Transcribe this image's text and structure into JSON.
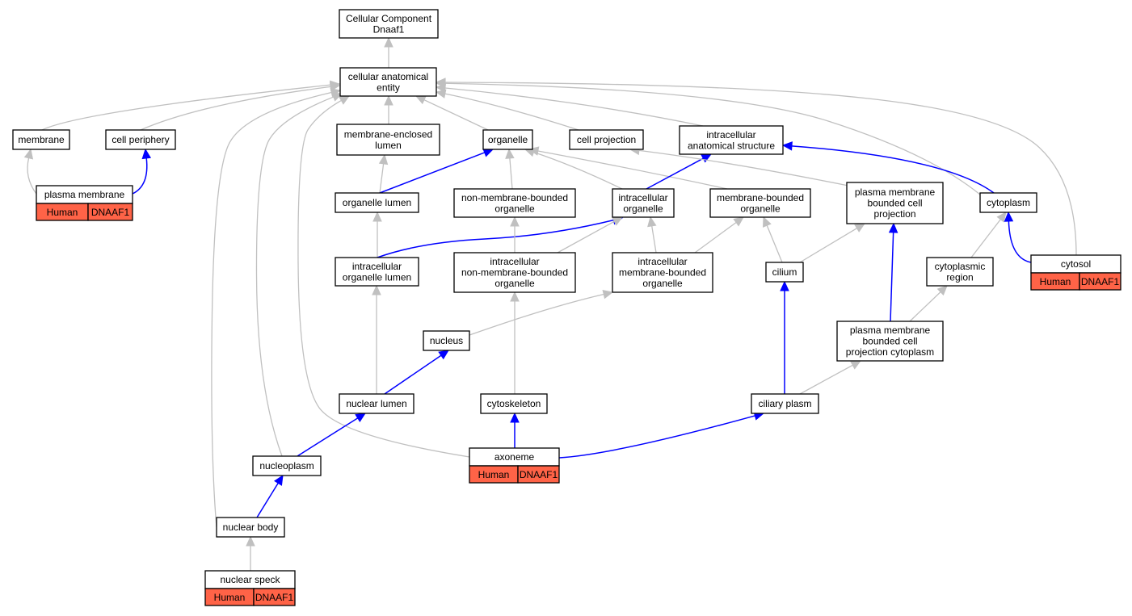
{
  "colors": {
    "is_a_edge": "#c0c0c0",
    "part_of_edge": "#0000ff",
    "annotation_badge": "#ff6347"
  },
  "nodes": {
    "root": {
      "lines": [
        "Cellular Component",
        "Dnaaf1"
      ]
    },
    "cae": {
      "lines": [
        "cellular anatomical",
        "entity"
      ]
    },
    "membrane": {
      "lines": [
        "membrane"
      ]
    },
    "cell_periphery": {
      "lines": [
        "cell periphery"
      ]
    },
    "mel": {
      "lines": [
        "membrane-enclosed",
        "lumen"
      ]
    },
    "organelle": {
      "lines": [
        "organelle"
      ]
    },
    "cell_projection": {
      "lines": [
        "cell projection"
      ]
    },
    "ias": {
      "lines": [
        "intracellular",
        "anatomical structure"
      ]
    },
    "plasma_membrane": {
      "lines": [
        "plasma membrane"
      ],
      "badge": [
        "Human",
        "DNAAF1"
      ]
    },
    "organelle_lumen": {
      "lines": [
        "organelle lumen"
      ]
    },
    "nmbo": {
      "lines": [
        "non-membrane-bounded",
        "organelle"
      ]
    },
    "io": {
      "lines": [
        "intracellular",
        "organelle"
      ]
    },
    "mbo": {
      "lines": [
        "membrane-bounded",
        "organelle"
      ]
    },
    "pmbcp": {
      "lines": [
        "plasma membrane",
        "bounded cell",
        "projection"
      ]
    },
    "cytoplasm": {
      "lines": [
        "cytoplasm"
      ]
    },
    "iol": {
      "lines": [
        "intracellular",
        "organelle lumen"
      ]
    },
    "inmbo": {
      "lines": [
        "intracellular",
        "non-membrane-bounded",
        "organelle"
      ]
    },
    "imbo": {
      "lines": [
        "intracellular",
        "membrane-bounded",
        "organelle"
      ]
    },
    "cilium": {
      "lines": [
        "cilium"
      ]
    },
    "cytoplasmic_region": {
      "lines": [
        "cytoplasmic",
        "region"
      ]
    },
    "cytosol": {
      "lines": [
        "cytosol"
      ],
      "badge": [
        "Human",
        "DNAAF1"
      ]
    },
    "nucleus": {
      "lines": [
        "nucleus"
      ]
    },
    "pmbcpc": {
      "lines": [
        "plasma membrane",
        "bounded cell",
        "projection cytoplasm"
      ]
    },
    "nuclear_lumen": {
      "lines": [
        "nuclear lumen"
      ]
    },
    "cytoskeleton": {
      "lines": [
        "cytoskeleton"
      ]
    },
    "ciliary_plasm": {
      "lines": [
        "ciliary plasm"
      ]
    },
    "axoneme": {
      "lines": [
        "axoneme"
      ],
      "badge": [
        "Human",
        "DNAAF1"
      ]
    },
    "nucleoplasm": {
      "lines": [
        "nucleoplasm"
      ]
    },
    "nuclear_body": {
      "lines": [
        "nuclear body"
      ]
    },
    "nuclear_speck": {
      "lines": [
        "nuclear speck"
      ],
      "badge": [
        "Human",
        "DNAAF1"
      ]
    }
  },
  "edges": [
    {
      "from": "cae",
      "to": "root",
      "type": "is_a"
    },
    {
      "from": "membrane",
      "to": "cae",
      "type": "is_a"
    },
    {
      "from": "cell_periphery",
      "to": "cae",
      "type": "is_a"
    },
    {
      "from": "mel",
      "to": "cae",
      "type": "is_a"
    },
    {
      "from": "organelle",
      "to": "cae",
      "type": "is_a"
    },
    {
      "from": "cell_projection",
      "to": "cae",
      "type": "is_a"
    },
    {
      "from": "ias",
      "to": "cae",
      "type": "is_a"
    },
    {
      "from": "cytoplasm",
      "to": "cae",
      "type": "is_a"
    },
    {
      "from": "cytosol",
      "to": "cae",
      "type": "is_a"
    },
    {
      "from": "nuclear_body",
      "to": "cae",
      "type": "is_a"
    },
    {
      "from": "nucleoplasm",
      "to": "cae",
      "type": "is_a"
    },
    {
      "from": "axoneme",
      "to": "cae",
      "type": "is_a"
    },
    {
      "from": "plasma_membrane",
      "to": "membrane",
      "type": "is_a"
    },
    {
      "from": "plasma_membrane",
      "to": "cell_periphery",
      "type": "part_of"
    },
    {
      "from": "organelle_lumen",
      "to": "mel",
      "type": "is_a"
    },
    {
      "from": "organelle_lumen",
      "to": "organelle",
      "type": "part_of"
    },
    {
      "from": "nmbo",
      "to": "organelle",
      "type": "is_a"
    },
    {
      "from": "io",
      "to": "organelle",
      "type": "is_a"
    },
    {
      "from": "mbo",
      "to": "organelle",
      "type": "is_a"
    },
    {
      "from": "io",
      "to": "ias",
      "type": "part_of"
    },
    {
      "from": "pmbcp",
      "to": "cell_projection",
      "type": "is_a"
    },
    {
      "from": "cytoplasm",
      "to": "ias",
      "type": "part_of"
    },
    {
      "from": "iol",
      "to": "organelle_lumen",
      "type": "is_a"
    },
    {
      "from": "iol",
      "to": "io",
      "type": "part_of"
    },
    {
      "from": "inmbo",
      "to": "nmbo",
      "type": "is_a"
    },
    {
      "from": "inmbo",
      "to": "io",
      "type": "is_a"
    },
    {
      "from": "imbo",
      "to": "io",
      "type": "is_a"
    },
    {
      "from": "imbo",
      "to": "mbo",
      "type": "is_a"
    },
    {
      "from": "cilium",
      "to": "mbo",
      "type": "is_a"
    },
    {
      "from": "cilium",
      "to": "pmbcp",
      "type": "is_a"
    },
    {
      "from": "cytoplasmic_region",
      "to": "cytoplasm",
      "type": "is_a"
    },
    {
      "from": "cytosol",
      "to": "cytoplasm",
      "type": "part_of"
    },
    {
      "from": "nucleus",
      "to": "imbo",
      "type": "is_a"
    },
    {
      "from": "pmbcpc",
      "to": "pmbcp",
      "type": "part_of"
    },
    {
      "from": "pmbcpc",
      "to": "cytoplasmic_region",
      "type": "is_a"
    },
    {
      "from": "nuclear_lumen",
      "to": "iol",
      "type": "is_a"
    },
    {
      "from": "nuclear_lumen",
      "to": "nucleus",
      "type": "part_of"
    },
    {
      "from": "cytoskeleton",
      "to": "inmbo",
      "type": "is_a"
    },
    {
      "from": "ciliary_plasm",
      "to": "cilium",
      "type": "part_of"
    },
    {
      "from": "ciliary_plasm",
      "to": "pmbcpc",
      "type": "is_a"
    },
    {
      "from": "axoneme",
      "to": "cytoskeleton",
      "type": "part_of"
    },
    {
      "from": "axoneme",
      "to": "ciliary_plasm",
      "type": "part_of"
    },
    {
      "from": "nucleoplasm",
      "to": "nuclear_lumen",
      "type": "part_of"
    },
    {
      "from": "nuclear_body",
      "to": "nucleoplasm",
      "type": "part_of"
    },
    {
      "from": "nuclear_speck",
      "to": "nuclear_body",
      "type": "is_a"
    }
  ]
}
